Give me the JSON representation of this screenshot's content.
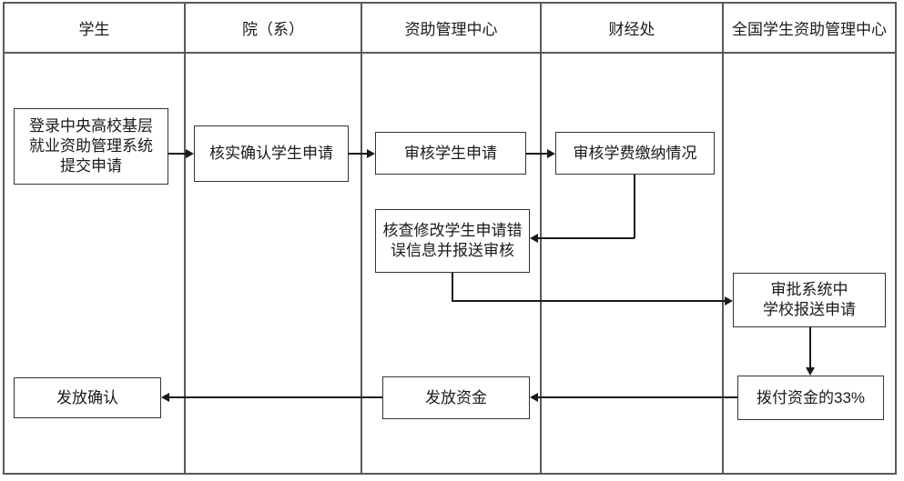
{
  "colors": {
    "background": "#ffffff",
    "grid_line": "#595959",
    "box_border": "#333333",
    "connector": "#1a1a1a",
    "text": "#1a1a1a"
  },
  "lanes": [
    {
      "label": "学生"
    },
    {
      "label": "院（系）"
    },
    {
      "label": "资助管理中心"
    },
    {
      "label": "财经处"
    },
    {
      "label": "全国学生资助管理中心"
    }
  ],
  "boxes": {
    "login": {
      "label": "登录中央高校基层\n就业资助管理系统\n提交申请"
    },
    "verify": {
      "label": "核实确认学生申请"
    },
    "review_application": {
      "label": "审核学生申请"
    },
    "review_tuition": {
      "label": "审核学费缴纳情况"
    },
    "check_errors": {
      "label": "核查修改学生申请错\n误信息并报送审核"
    },
    "approve_system": {
      "label": "审批系统中\n学校报送申请"
    },
    "allocate": {
      "label": "拨付资金的33%"
    },
    "distribute": {
      "label": "发放资金"
    },
    "confirm": {
      "label": "发放确认"
    }
  }
}
